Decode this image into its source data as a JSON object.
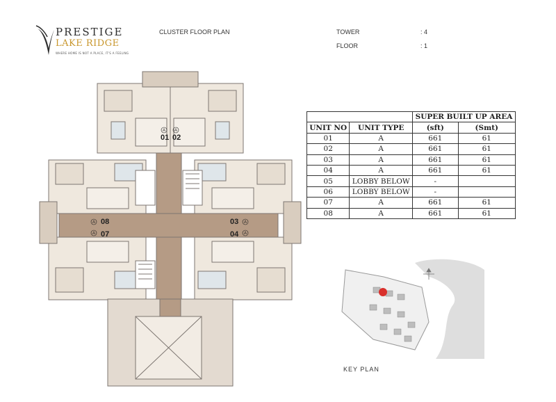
{
  "brand": {
    "line1": "PRESTIGE",
    "line2": "LAKE RIDGE",
    "tagline": "WHERE HOME IS NOT A PLACE, IT'S A FEELING"
  },
  "header": {
    "title": "CLUSTER FLOOR PLAN",
    "tower_label": "TOWER",
    "tower_value": ": 4",
    "floor_label": "FLOOR",
    "floor_value": ": 1"
  },
  "table": {
    "group_header": "SUPER BUILT UP AREA",
    "columns": [
      "UNIT NO",
      "UNIT TYPE",
      "(sft)",
      "(Smt)"
    ],
    "rows": [
      {
        "unit": "01",
        "type": "A",
        "sft": "661",
        "smt": "61"
      },
      {
        "unit": "02",
        "type": "A",
        "sft": "661",
        "smt": "61"
      },
      {
        "unit": "03",
        "type": "A",
        "sft": "661",
        "smt": "61"
      },
      {
        "unit": "04",
        "type": "A",
        "sft": "661",
        "smt": "61"
      },
      {
        "unit": "05",
        "type": "LOBBY BELOW",
        "sft": "-",
        "smt": ""
      },
      {
        "unit": "06",
        "type": "LOBBY BELOW",
        "sft": "-",
        "smt": ""
      },
      {
        "unit": "07",
        "type": "A",
        "sft": "661",
        "smt": "61"
      },
      {
        "unit": "08",
        "type": "A",
        "sft": "661",
        "smt": "61"
      }
    ]
  },
  "plan": {
    "unit_labels": [
      "01",
      "02",
      "03",
      "04",
      "07",
      "08"
    ],
    "type_letter": "A",
    "colors": {
      "corridor": "#b59b85",
      "room": "#efe8de",
      "wall": "#7d7671",
      "balcony": "#d9cdbf"
    }
  },
  "key_plan": {
    "label": "KEY PLAN",
    "highlight_color": "#d9302c"
  }
}
